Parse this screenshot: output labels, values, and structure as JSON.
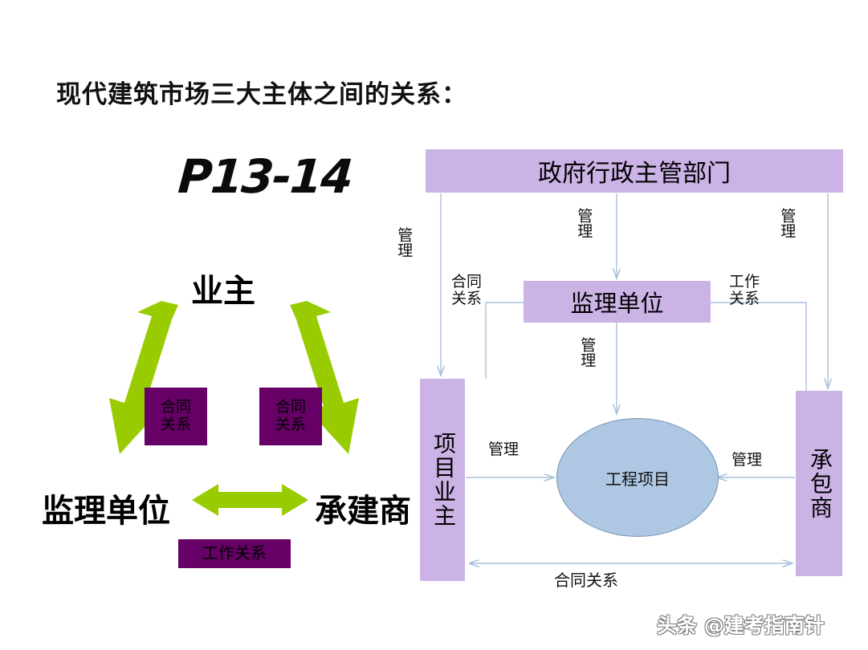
{
  "slide": {
    "title": "现代建筑市场三大主体之间的关系：",
    "page_reference": "P13-14",
    "watermark": "头条 @建考指南针",
    "colors": {
      "box_fill_light_purple": "#CCB3E6",
      "tag_fill_dark_purple": "#660066",
      "arrow_green": "#99CC00",
      "ellipse_fill_blue": "#AEC7E3",
      "connector_line": "#A8C0DC",
      "text_black": "#000000",
      "background": "#FFFFFF"
    }
  },
  "triangle_diagram": {
    "nodes": [
      {
        "id": "owner",
        "label": "业主"
      },
      {
        "id": "supervisor",
        "label": "监理单位"
      },
      {
        "id": "contractor",
        "label": "承建商"
      }
    ],
    "tags": [
      {
        "id": "contract-left",
        "label": "合同\n关系",
        "line1": "合同",
        "line2": "关系"
      },
      {
        "id": "contract-right",
        "label": "合同\n关系",
        "line1": "合同",
        "line2": "关系"
      },
      {
        "id": "work",
        "label": "工作关系"
      }
    ],
    "arrows": [
      {
        "id": "owner-supervisor",
        "style": "double-headed",
        "color": "#99CC00"
      },
      {
        "id": "owner-contractor",
        "style": "double-headed",
        "color": "#99CC00"
      },
      {
        "id": "supervisor-contractor",
        "style": "double-headed",
        "color": "#99CC00"
      }
    ]
  },
  "flow_diagram": {
    "boxes": [
      {
        "id": "gov",
        "label": "政府行政主管部门",
        "orientation": "horizontal"
      },
      {
        "id": "supervisor",
        "label": "监理单位",
        "orientation": "horizontal"
      },
      {
        "id": "owner",
        "label": "项目业主",
        "orientation": "vertical"
      },
      {
        "id": "contractor",
        "label": "承包商",
        "orientation": "vertical"
      }
    ],
    "ellipse": {
      "id": "project",
      "label": "工程项目"
    },
    "edge_labels": {
      "manage_left": "管理",
      "manage_mid": "管理",
      "manage_right": "管理",
      "contract_mid": {
        "line1": "合同",
        "line2": "关系"
      },
      "work_mid": {
        "line1": "工作",
        "line2": "关系"
      },
      "manage_under_supervisor": "管理",
      "manage_owner_project": "管理",
      "manage_contractor_project": "管理",
      "contract_bottom": "合同关系"
    }
  }
}
